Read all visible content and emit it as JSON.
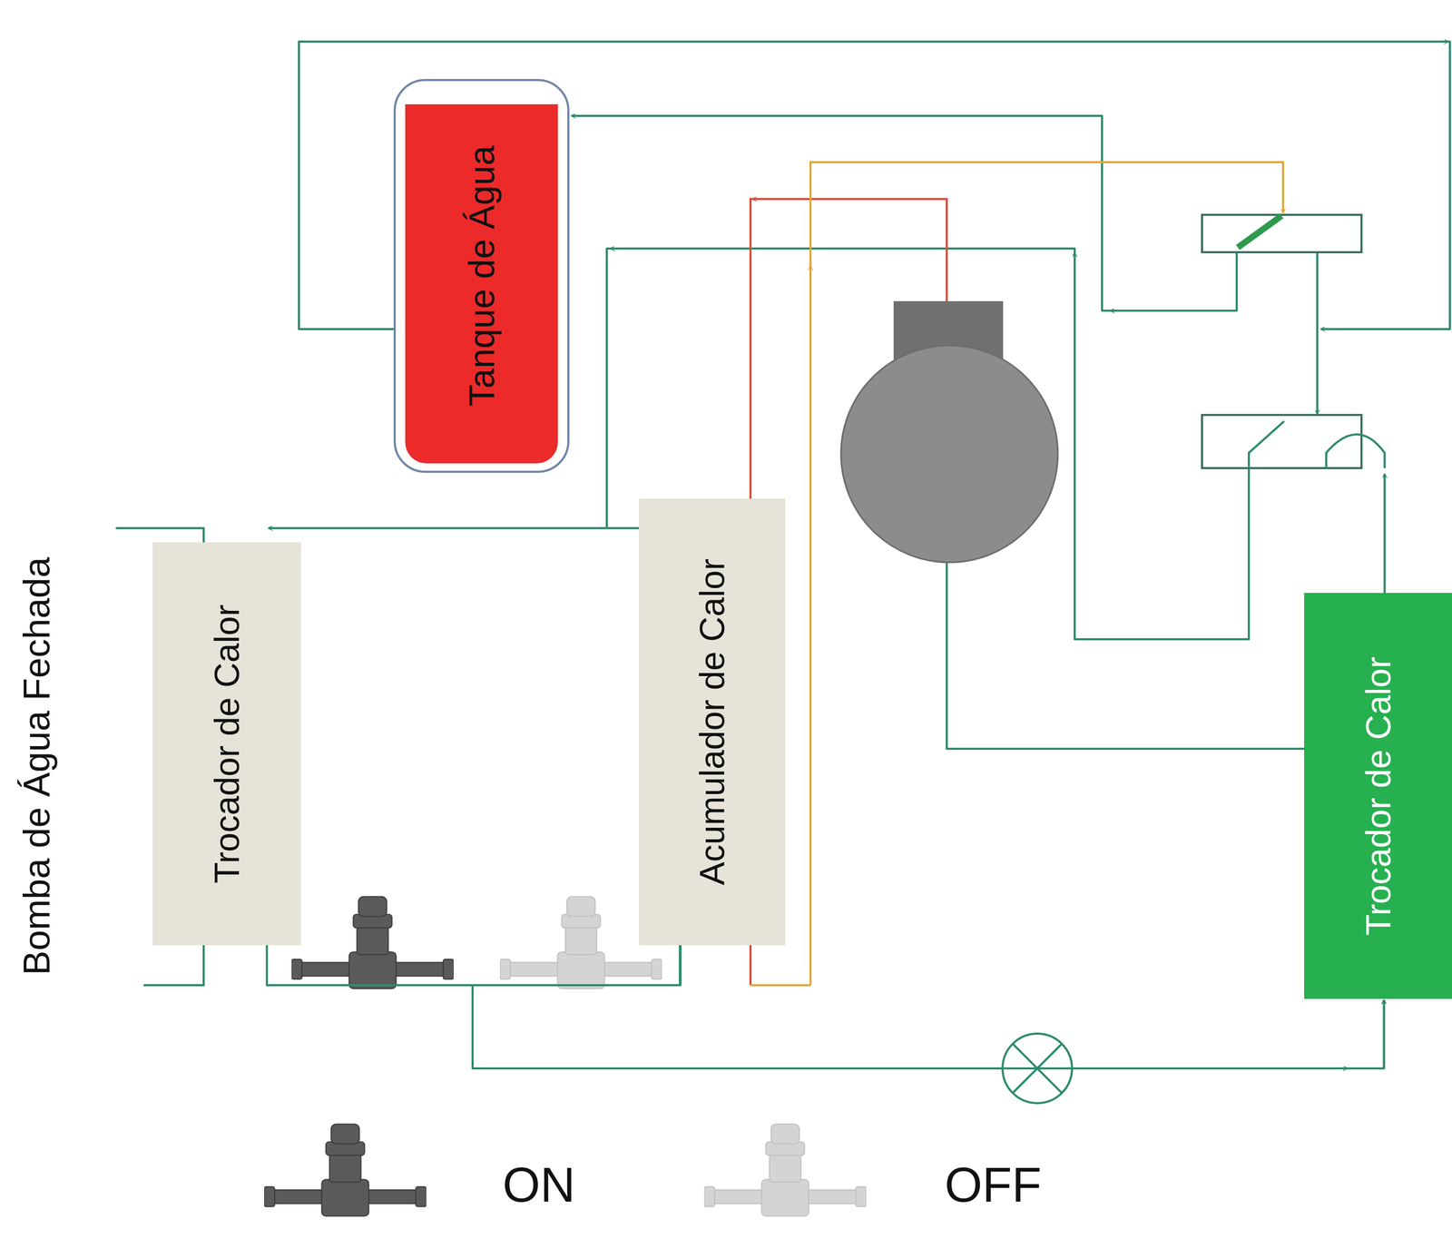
{
  "diagram": {
    "nodes": [
      {
        "text": [
          "Tanque de Água"
        ]
      },
      {
        "text": [
          "Trocador de Calor"
        ]
      },
      {
        "text": [
          "Acumulador de Calor"
        ]
      },
      {
        "text": [
          "Trocador de Calor"
        ]
      }
    ],
    "edges": [
      {
        "from": 1,
        "to": 3,
        "arrow": "to"
      },
      {
        "from": 2,
        "to": 3,
        "arrow": "to"
      }
    ],
    "labels": [
      "Bomba de Água Fechada"
    ],
    "legend": [
      {
        "text": "ON"
      },
      {
        "text": "OFF"
      }
    ]
  }
}
